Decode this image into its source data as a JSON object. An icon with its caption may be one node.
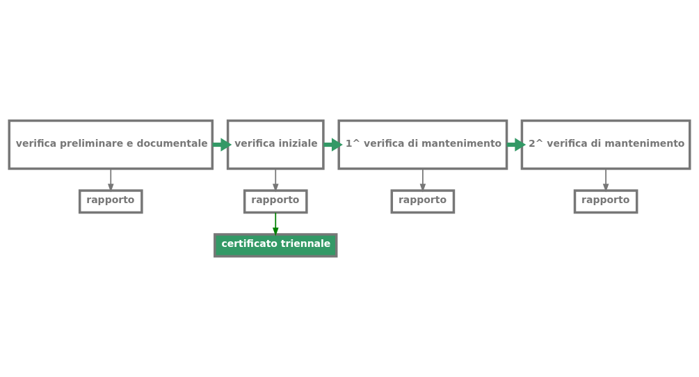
{
  "diagram": {
    "nodes": [
      {
        "text": [
          "verifica preliminare e documentale"
        ]
      },
      {
        "text": [
          "verifica iniziale"
        ]
      },
      {
        "text": [
          "1^ verifica di mantenimento"
        ]
      },
      {
        "text": [
          "2^ verifica di mantenimento"
        ]
      },
      {
        "text": [
          "rapporto"
        ]
      },
      {
        "text": [
          "rapporto"
        ]
      },
      {
        "text": [
          "rapporto"
        ]
      },
      {
        "text": [
          "rapporto"
        ]
      },
      {
        "text": [
          "certificato triennale"
        ]
      }
    ],
    "edges": [
      {
        "from": 0,
        "to": 1,
        "arrow": "to",
        "style": "thick",
        "color": "#339966"
      },
      {
        "from": 1,
        "to": 2,
        "arrow": "to",
        "style": "thick",
        "color": "#339966"
      },
      {
        "from": 2,
        "to": 3,
        "arrow": "to",
        "style": "thick",
        "color": "#339966"
      },
      {
        "from": 0,
        "to": 4,
        "arrow": "to"
      },
      {
        "from": 1,
        "to": 5,
        "arrow": "to"
      },
      {
        "from": 2,
        "to": 6,
        "arrow": "to"
      },
      {
        "from": 3,
        "to": 7,
        "arrow": "to"
      },
      {
        "from": 5,
        "to": 8,
        "arrow": "to",
        "color": "#008000"
      }
    ]
  }
}
